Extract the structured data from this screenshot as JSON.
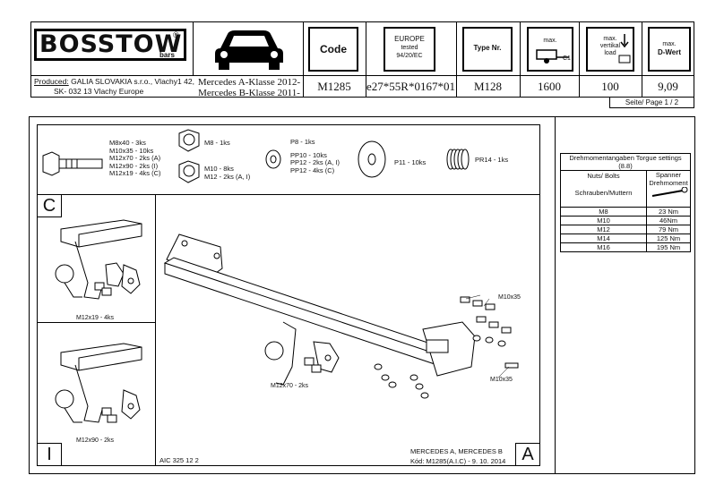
{
  "header": {
    "logo": "BOSSTOW",
    "logo_reg": "®",
    "logo_sub": "bars",
    "producer_label": "Produced:",
    "producer_line1": "GALIA SLOVAKIA s.r.o., Vlachy1 42,",
    "producer_line2": "SK- 032 13 Vlachy    Europe",
    "vehicle_line1": "Mercedes A-Klasse 2012-",
    "vehicle_line2": "Mercedes B-Klasse 2011-",
    "code_label": "Code",
    "europe_label": "EUROPE",
    "europe_tested": "tested",
    "europe_reg": "94/20/EC",
    "type_label": "Type Nr.",
    "max_label": "max.",
    "max_c1": "C1",
    "vert_label1": "max.",
    "vert_label2": "vertikal",
    "vert_label3": "load",
    "dwert_label1": "max.",
    "dwert_label2": "D-Wert",
    "code_value": "M1285",
    "approval_value": "e27*55R*0167*01",
    "type_value": "M128",
    "max_value": "1600",
    "vertical_value": "100",
    "dwert_value": "9,09",
    "page_label": "Seite/ Page  1 / 2"
  },
  "parts": {
    "bolt1": "M8x40 - 3ks",
    "bolt2": "M10x35 - 10ks",
    "bolt3": "M12x70 - 2ks (A)",
    "bolt4": "M12x90 - 2ks (I)",
    "bolt5": "M12x19 - 4ks (C)",
    "nut1": "M8 - 1ks",
    "nut2": "M10 - 8ks",
    "nut3": "M12 - 2ks (A, I)",
    "washer1": "P8 - 1ks",
    "washer2": "PP10 - 10ks",
    "washer3": "PP12 - 2ks (A, I)",
    "washer4": "PP12 - 4ks (C)",
    "washer5": "P11 - 10ks",
    "spring": "PR14 - 1ks"
  },
  "diagram": {
    "letter_c": "C",
    "letter_i": "I",
    "letter_a": "A",
    "label_c": "M12x19 - 4ks",
    "label_i": "M12x90 - 2ks",
    "label_a": "M12x70 - 2ks",
    "label_m10_top": "M10x35",
    "label_m10_bottom": "M10x35",
    "aic": "AIC 325 12 2",
    "footer1": "MERCEDES A, MERCEDES B",
    "footer2": "Kód: M1285(A.I.C) - 9. 10. 2014"
  },
  "torque": {
    "title": "Drehmomentangaben Torgue settings (8.8)",
    "col1a": "Nuts/ Bolts",
    "col1b": "Schrauben/Muttern",
    "col2a": "Spanner",
    "col2b": "Drehmoment",
    "rows": [
      {
        "size": "M8",
        "value": "23 Nm"
      },
      {
        "size": "M10",
        "value": "46Nm"
      },
      {
        "size": "M12",
        "value": "79 Nm"
      },
      {
        "size": "M14",
        "value": "125 Nm"
      },
      {
        "size": "M16",
        "value": "195 Nm"
      }
    ]
  }
}
